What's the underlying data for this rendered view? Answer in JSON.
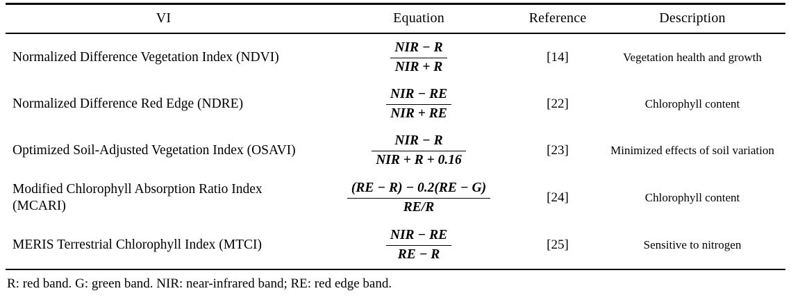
{
  "table": {
    "columns": [
      "VI",
      "Equation",
      "Reference",
      "Description"
    ],
    "rows": [
      {
        "vi": "Normalized Difference Vegetation Index (NDVI)",
        "equation": {
          "numerator": "NIR − R",
          "denominator": "NIR + R"
        },
        "reference": "[14]",
        "description": "Vegetation health and growth"
      },
      {
        "vi": "Normalized Difference Red Edge (NDRE)",
        "equation": {
          "numerator": "NIR − RE",
          "denominator": "NIR + RE"
        },
        "reference": "[22]",
        "description": "Chlorophyll content"
      },
      {
        "vi": "Optimized Soil-Adjusted Vegetation Index (OSAVI)",
        "equation": {
          "numerator": "NIR − R",
          "denominator": "NIR + R + 0.16"
        },
        "reference": "[23]",
        "description": "Minimized effects of soil variation"
      },
      {
        "vi": "Modified Chlorophyll Absorption Ratio Index (MCARI)",
        "equation": {
          "numerator": "(RE − R) − 0.2(RE − G)",
          "denominator": "RE/R"
        },
        "reference": "[24]",
        "description": "Chlorophyll content"
      },
      {
        "vi": "MERIS Terrestrial Chlorophyll Index (MTCI)",
        "equation": {
          "numerator": "NIR − RE",
          "denominator": "RE − R"
        },
        "reference": "[25]",
        "description": "Sensitive to nitrogen"
      }
    ],
    "footnote": "R: red band. G: green band. NIR: near-infrared band; RE: red edge band."
  }
}
